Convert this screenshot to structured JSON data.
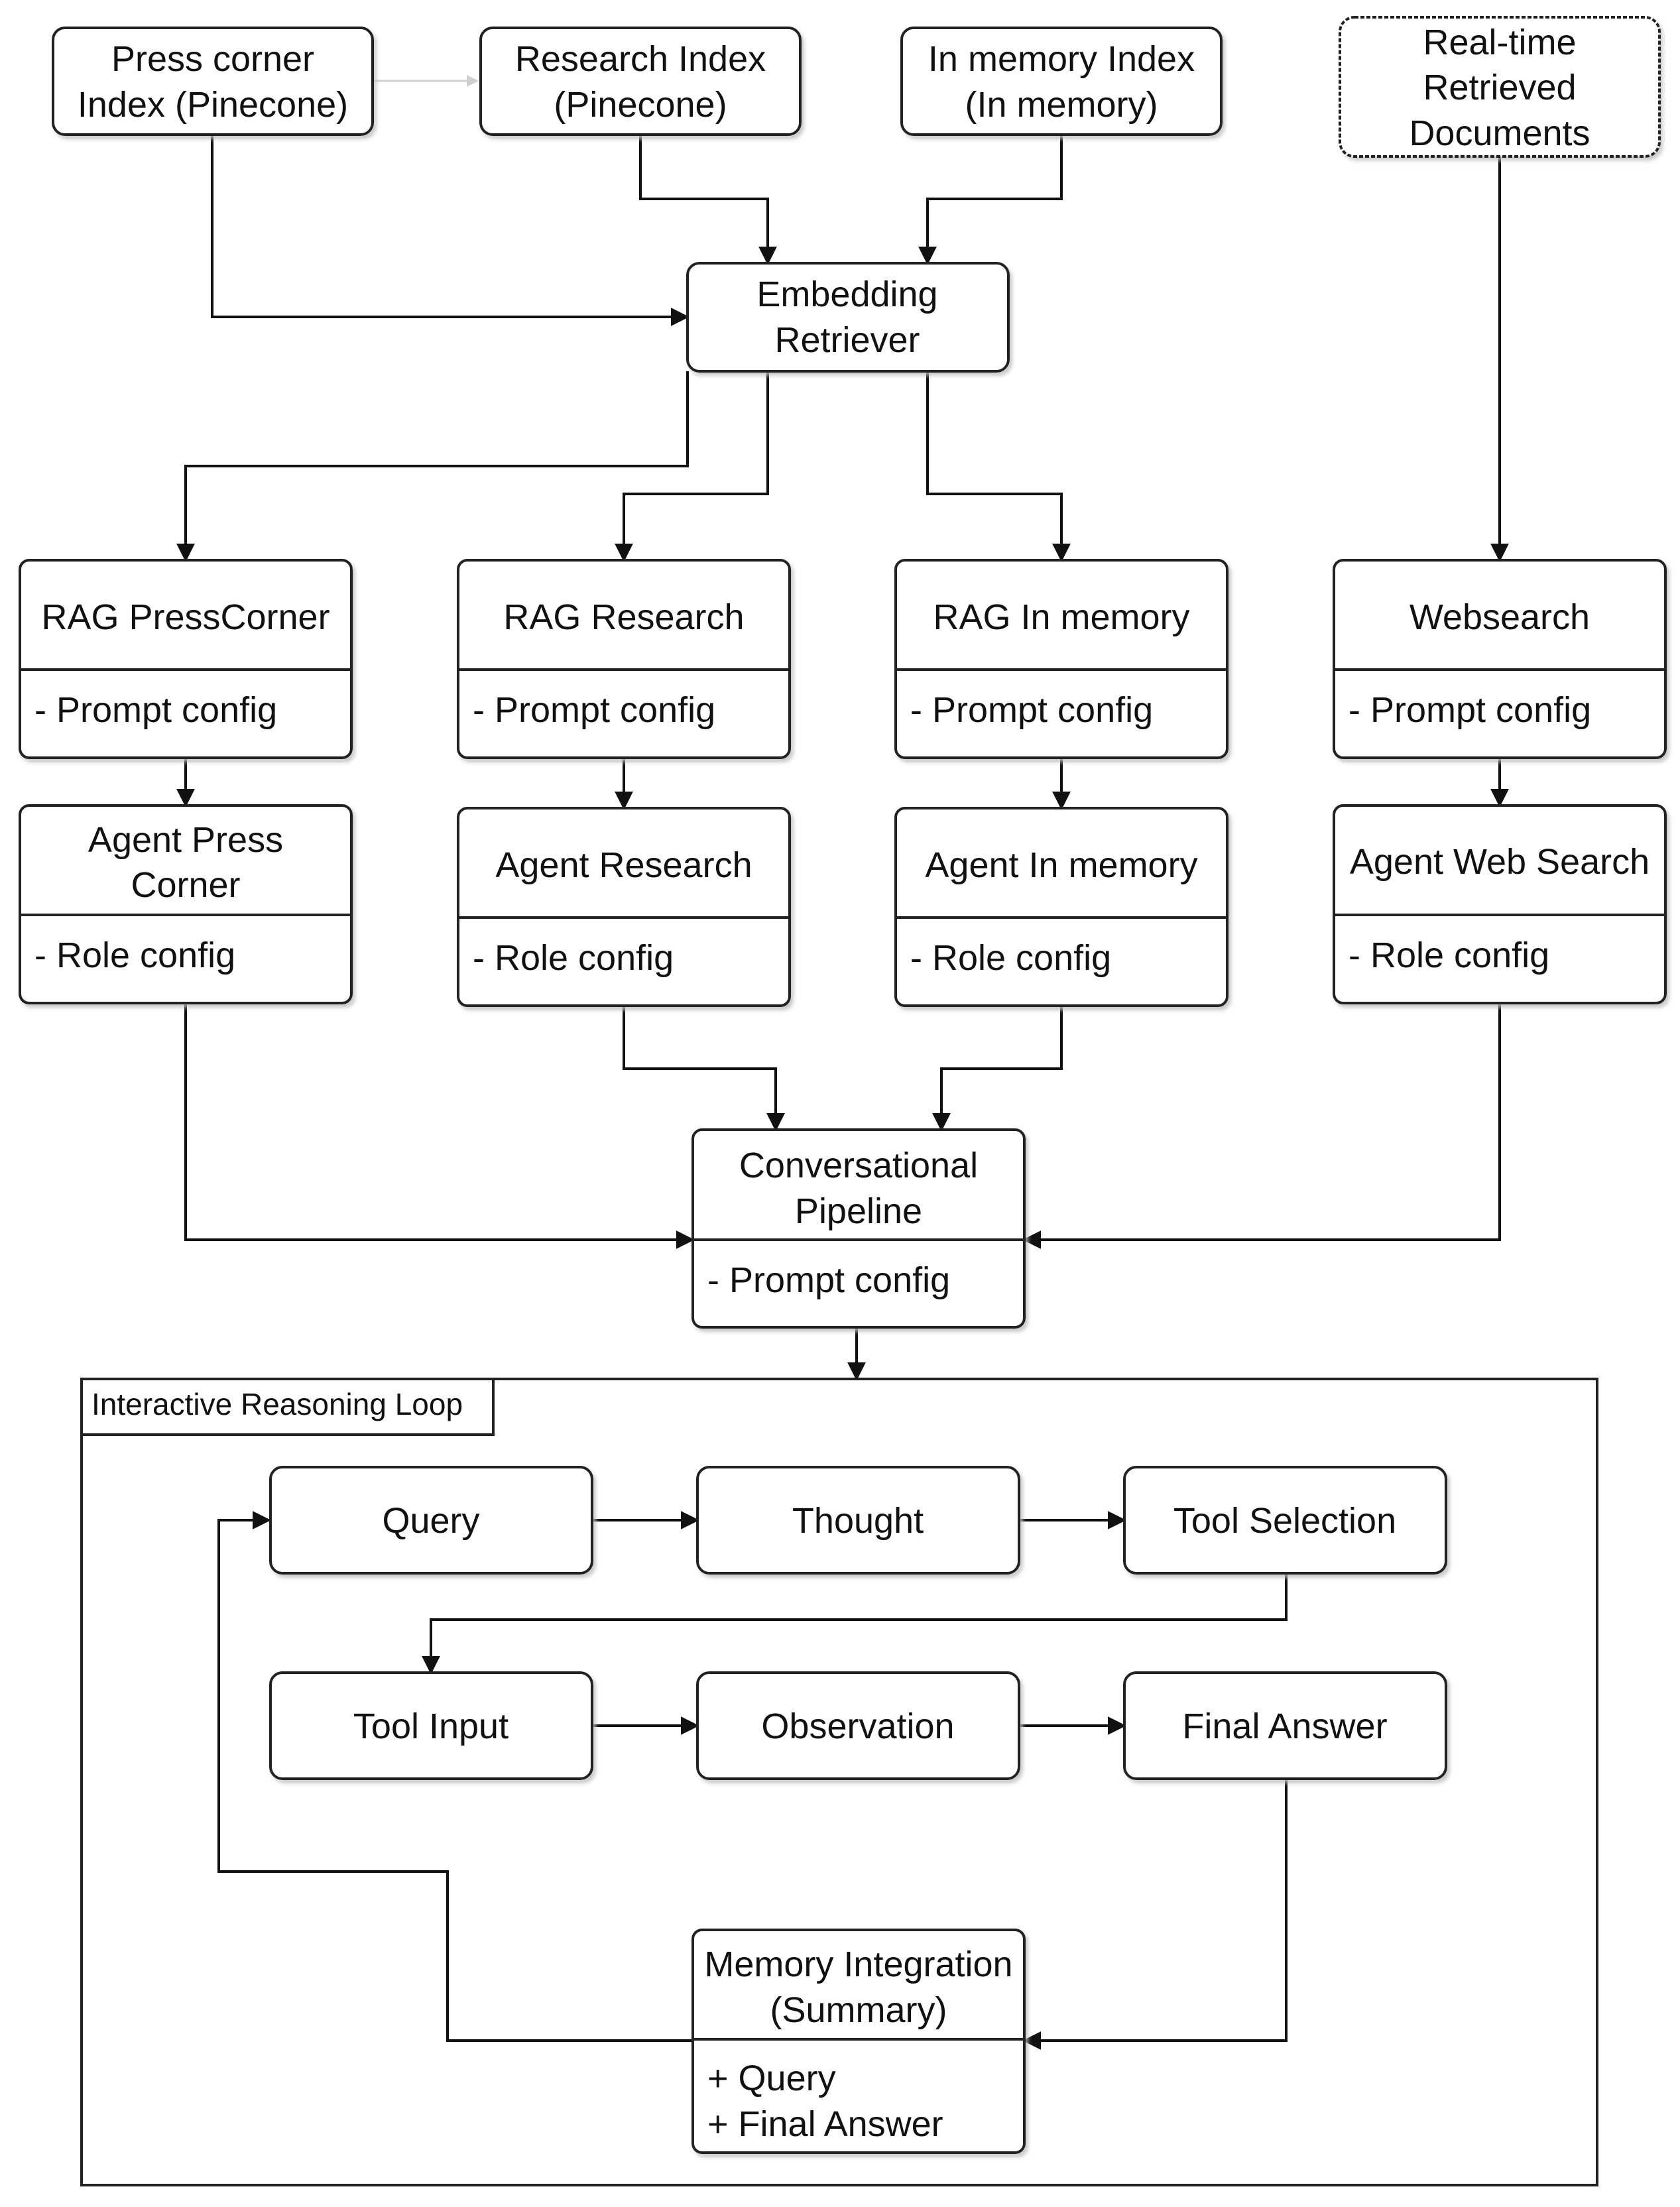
{
  "colors": {
    "background": "#ffffff",
    "stroke": "#111111",
    "shadow": "#d6d6d6"
  },
  "indexes": {
    "press": [
      "Press corner",
      "Index (Pinecone)"
    ],
    "research": [
      "Research Index",
      "(Pinecone)"
    ],
    "inmemory": [
      "In memory Index",
      "(In memory)"
    ],
    "realtime": [
      "Real-time",
      "Retrieved",
      "Documents"
    ]
  },
  "retriever": [
    "Embedding",
    "Retriever"
  ],
  "rag": {
    "press": {
      "title": "RAG PressCorner",
      "config": "- Prompt config"
    },
    "research": {
      "title": "RAG Research",
      "config": "- Prompt config"
    },
    "inmemory": {
      "title": "RAG In memory",
      "config": "- Prompt config"
    },
    "web": {
      "title": "Websearch",
      "config": "- Prompt config"
    }
  },
  "agents": {
    "press": {
      "title": [
        "Agent Press",
        "Corner"
      ],
      "config": "- Role config"
    },
    "research": {
      "title": [
        "Agent Research"
      ],
      "config": "- Role config"
    },
    "inmemory": {
      "title": [
        "Agent In memory"
      ],
      "config": "- Role config"
    },
    "web": {
      "title": [
        "Agent Web Search"
      ],
      "config": "- Role config"
    }
  },
  "pipeline": {
    "title": [
      "Conversational",
      "Pipeline"
    ],
    "config": "- Prompt config"
  },
  "loop": {
    "label": "Interactive Reasoning Loop",
    "query": "Query",
    "thought": "Thought",
    "tool_selection": "Tool Selection",
    "tool_input": "Tool Input",
    "observation": "Observation",
    "final_answer": "Final Answer",
    "memory": {
      "title": [
        "Memory Integration",
        "(Summary)"
      ],
      "items": [
        "+ Query",
        "+ Final Answer"
      ]
    }
  }
}
